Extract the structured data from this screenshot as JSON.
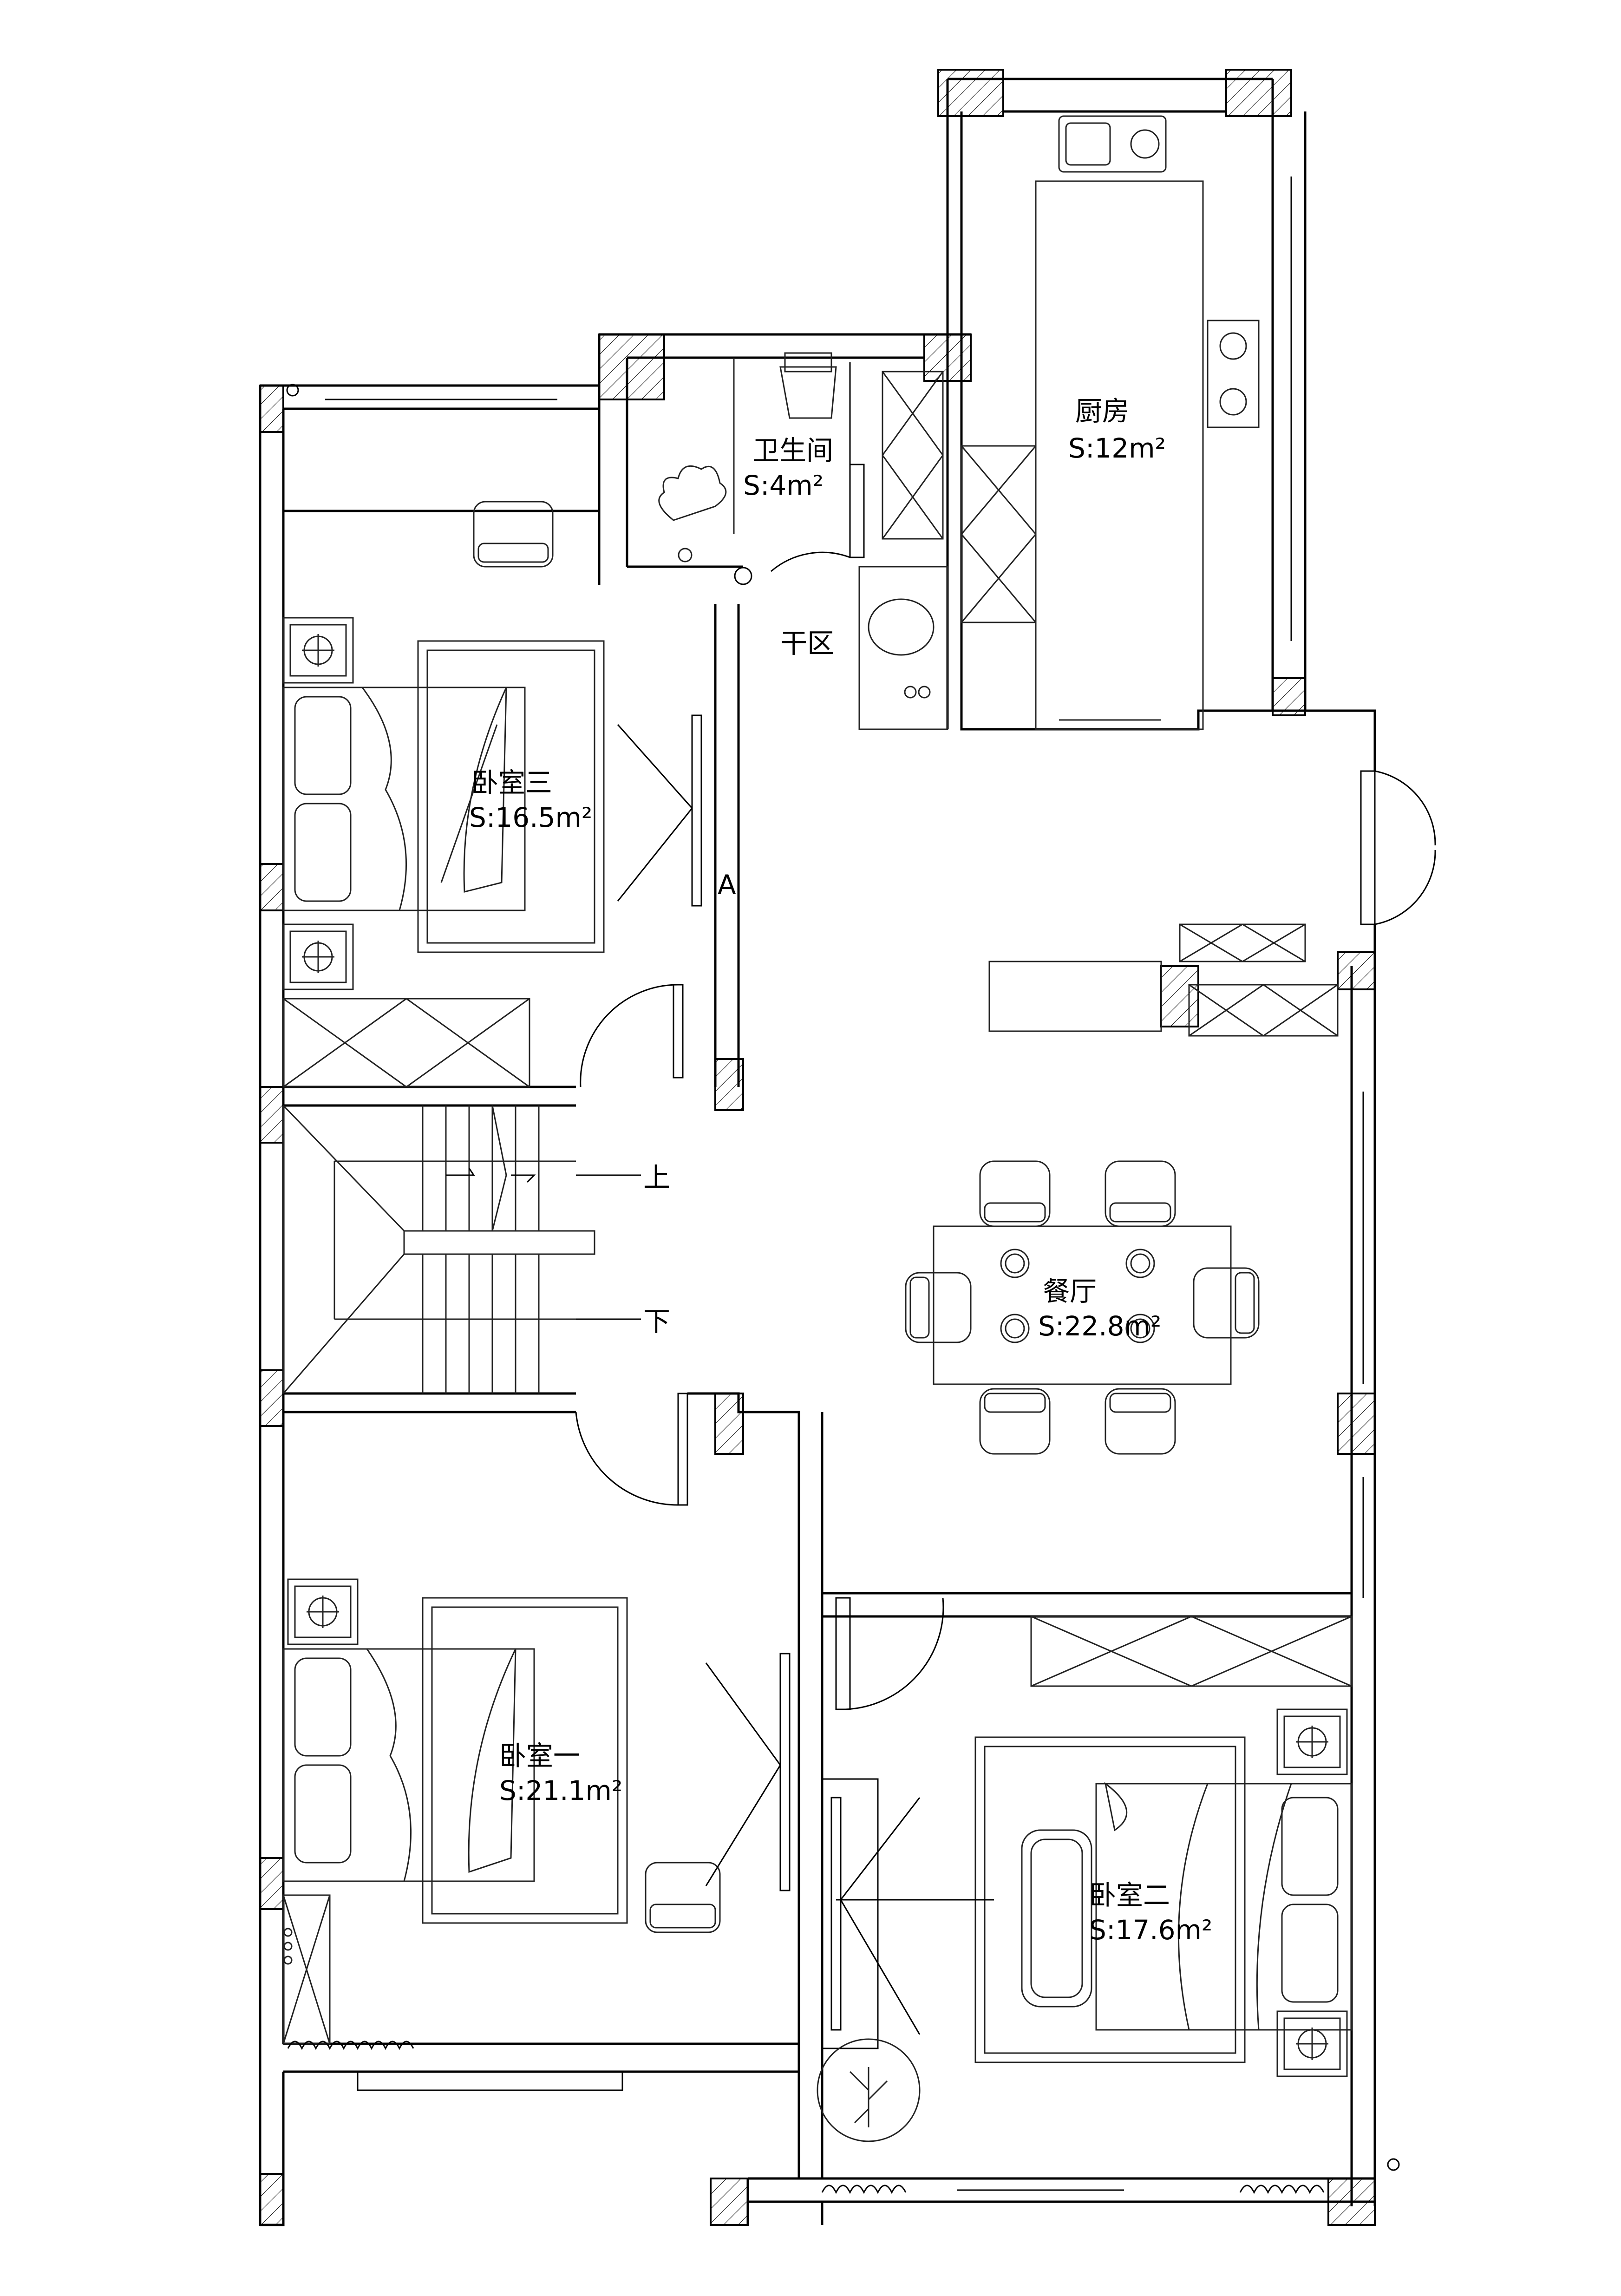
{
  "rooms": {
    "kitchen": {
      "name": "厨房",
      "area": "S:12m²"
    },
    "bathroom": {
      "name": "卫生间",
      "area": "S:4m²"
    },
    "dry_zone": {
      "name": "干区"
    },
    "bedroom3": {
      "name": "卧室三",
      "area": "S:16.5m²"
    },
    "dining": {
      "name": "餐厅",
      "area": "S:22.8m²"
    },
    "bedroom1": {
      "name": "卧室一",
      "area": "S:21.1m²"
    },
    "bedroom2": {
      "name": "卧室二",
      "area": "S:17.6m²"
    }
  },
  "stairs": {
    "up": "上",
    "down": "下"
  },
  "marker": "A"
}
